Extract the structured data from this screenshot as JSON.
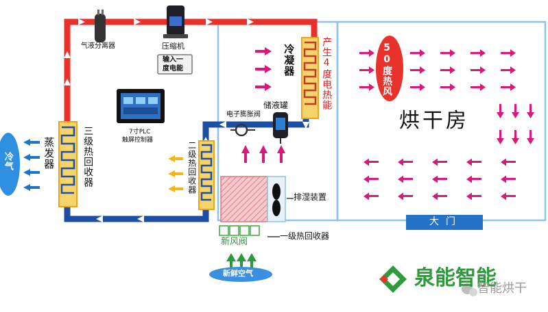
{
  "labels": {
    "gas_liquid_separator": "气液分离器",
    "compressor": "压缩机",
    "compressor_badge_1": "输入一",
    "compressor_badge_2": "度电能",
    "condenser": "冷凝器",
    "heat_output": "产生4度电热能",
    "receiver_tank": "储液罐",
    "expansion_valve": "电子膨胀阀",
    "plc_controller_1": "7寸PLC",
    "plc_controller_2": "触屏控制器",
    "evaporator": "蒸发器",
    "recovery_3": "三级热回收器",
    "recovery_2": "二级热回收器",
    "recovery_1": "一级热回收器",
    "dehumidifier": "排湿装置",
    "fresh_air_valve": "新风阀",
    "fresh_air": "新鲜空气",
    "cold_air": "冷气",
    "hot_air": "50度热风",
    "drying_room": "烘干房",
    "main_door": "大门",
    "brand": "泉能智能",
    "watermark": "智能烘干"
  },
  "colors": {
    "hot_pipe": "#e8312a",
    "cold_pipe": "#1c4fa3",
    "coil": "#f5c43a",
    "airflow": "#d8197a",
    "outflow": "#1a74c8",
    "warm_arrow": "#f2b61b",
    "room_border": "#8ec3e8",
    "brand_green": "#2e9a3c"
  },
  "icons": [
    "compressor-icon",
    "separator-icon",
    "plc-screen-icon",
    "receiver-tank-icon",
    "fan-icon",
    "brand-logo-icon",
    "wechat-icon"
  ]
}
